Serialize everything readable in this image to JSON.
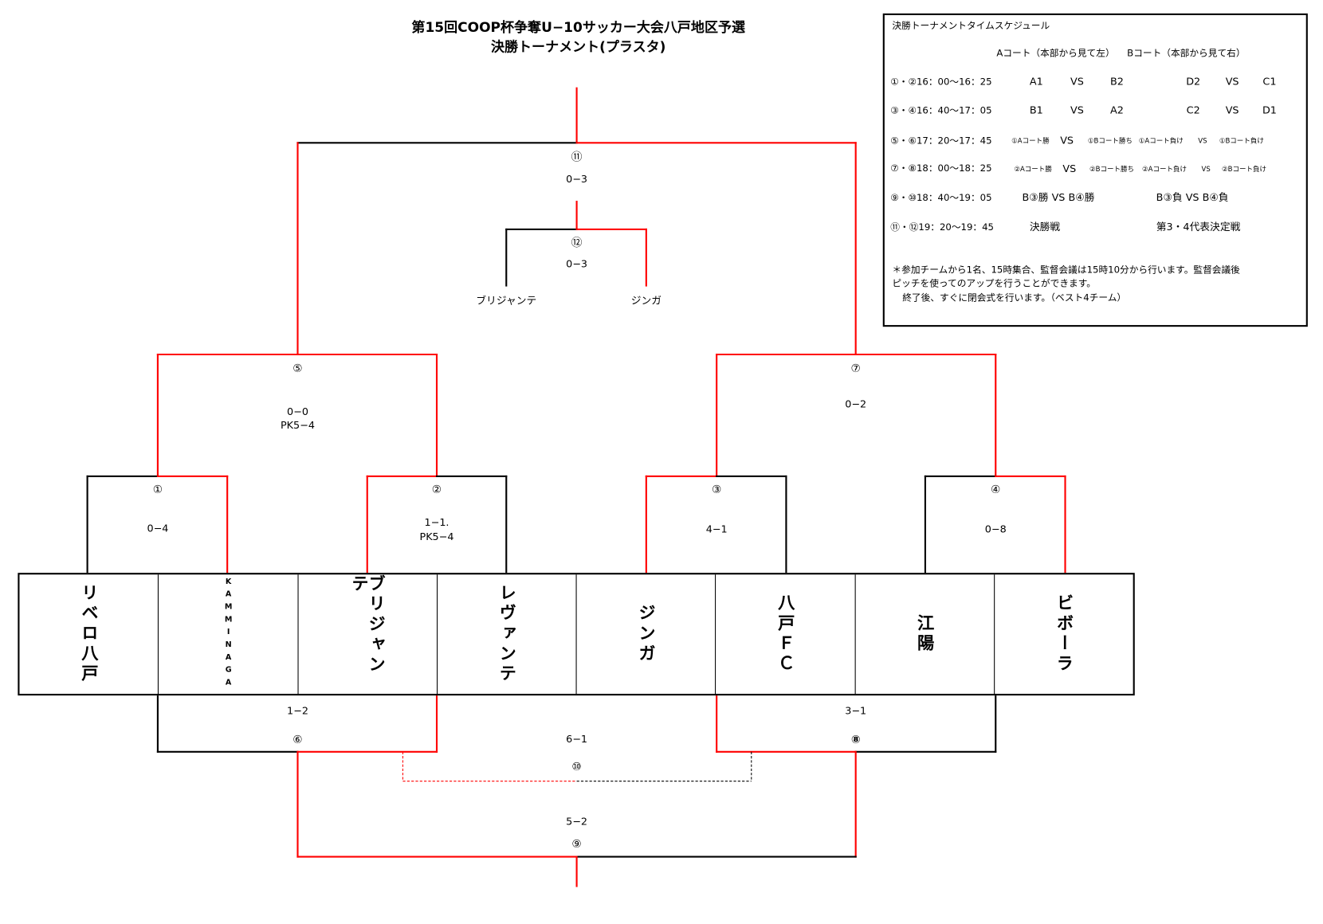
{
  "title": {
    "line1": "第15回COOP杯争奪U−10サッカー大会八戸地区予選",
    "line2": "決勝トーナメント(プラスタ)"
  },
  "colors": {
    "winner_path": "#ff0000",
    "bracket_line": "#000000"
  },
  "teams": [
    "リベロ八戸",
    "KAMMINAGA",
    "ブリジャンテ",
    "レヴァンテ",
    "ジンガ",
    "八戸ＦＣ",
    "江陽",
    "ビボーラ"
  ],
  "matches": {
    "m1": {
      "no": "①",
      "score": "0−4"
    },
    "m2": {
      "no": "②",
      "score": "1−1.",
      "pk": "PK5−4"
    },
    "m3": {
      "no": "③",
      "score": "4−1"
    },
    "m4": {
      "no": "④",
      "score": "0−8"
    },
    "m5": {
      "no": "⑤",
      "score": "0−0",
      "pk": "PK5−4"
    },
    "m6": {
      "no": "⑥",
      "score": "1−2"
    },
    "m7": {
      "no": "⑦",
      "score": "0−2"
    },
    "m8": {
      "no": "⑧",
      "score": "3−1"
    },
    "m9": {
      "no": "⑨",
      "score": "5−2"
    },
    "m10": {
      "no": "⑩",
      "score": "6−1"
    },
    "m11": {
      "no": "⑪",
      "score": "0−3"
    },
    "m12": {
      "no": "⑫",
      "score": "0−3",
      "team_left": "ブリジャンテ",
      "team_right": "ジンガ"
    }
  },
  "schedule": {
    "title": "決勝トーナメントタイムスケジュール",
    "court_a": "Aコート（本部から見て左）",
    "court_b": "Bコート（本部から見て右）",
    "rows": [
      {
        "time": "①・②16：00〜16：25",
        "a": [
          "A1",
          "VS",
          "B2"
        ],
        "b": [
          "D2",
          "VS",
          "C1"
        ]
      },
      {
        "time": "③・④16：40〜17：05",
        "a": [
          "B1",
          "VS",
          "A2"
        ],
        "b": [
          "C2",
          "VS",
          "D1"
        ]
      },
      {
        "time": "⑤・⑥17：20〜17：45",
        "a": [
          "①Aコート勝",
          "VS",
          "①Bコート勝ち"
        ],
        "b": [
          "①Aコート負け",
          "VS",
          "①Bコート負け"
        ]
      },
      {
        "time": "⑦・⑧18：00〜18：25",
        "a": [
          "②Aコート勝",
          "VS",
          "②Bコート勝ち"
        ],
        "b": [
          "②Aコート負け",
          "VS",
          "②Bコート負け"
        ]
      },
      {
        "time": "⑨・⑩18：40〜19：05",
        "a": "B③勝 VS B④勝",
        "b": "B③負 VS B④負"
      },
      {
        "time": "⑪・⑫19：20〜19：45",
        "a": "決勝戦",
        "b": "第3・4代表決定戦"
      }
    ],
    "notes": [
      "＊参加チームから1名、15時集合、監督会議は15時10分から行います。監督会議後",
      "ピッチを使ってのアップを行うことができます。",
      "終了後、すぐに閉会式を行います。（ベスト4チーム）"
    ]
  }
}
